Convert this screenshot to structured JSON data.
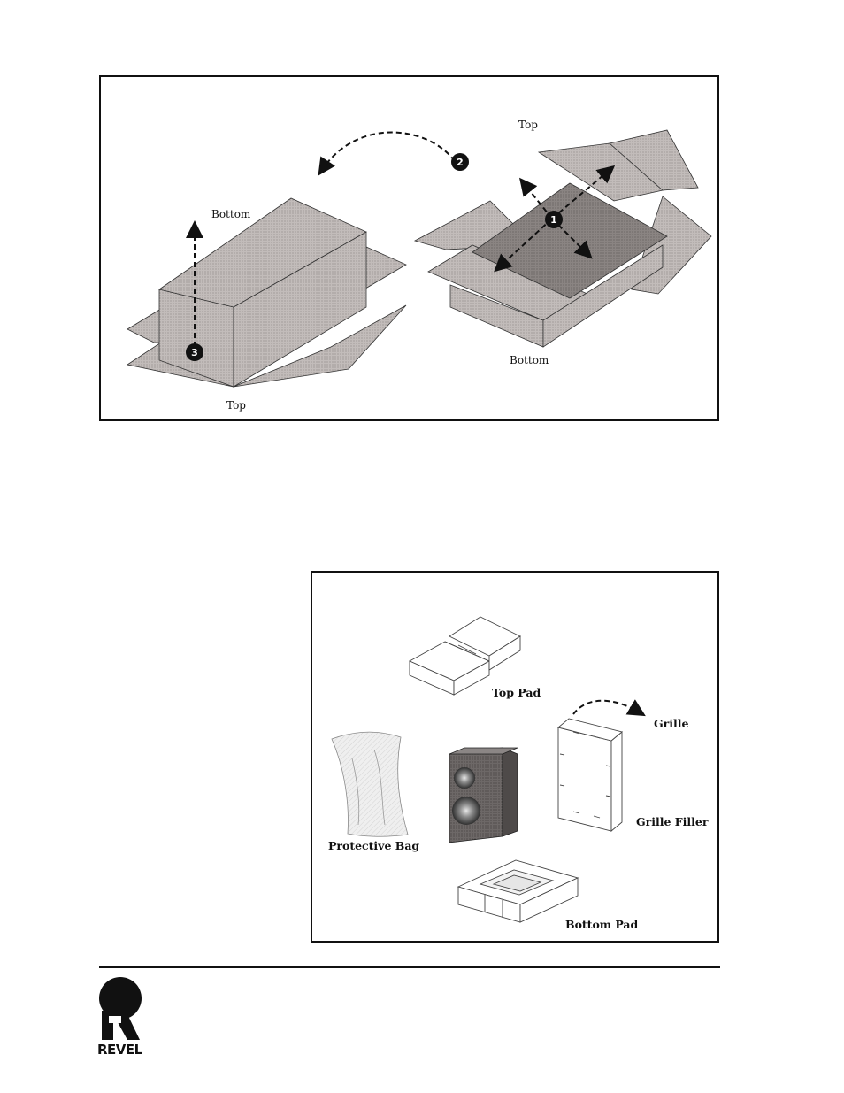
{
  "figure1": {
    "labels": {
      "top_right": "Top",
      "bottom_left_box": "Bottom",
      "bottom_right_box": "Bottom",
      "top_left_box": "Top"
    },
    "steps": [
      "1",
      "2",
      "3"
    ]
  },
  "figure2": {
    "labels": {
      "top_pad": "Top Pad",
      "grille": "Grille",
      "grille_filler": "Grille Filler",
      "protective_bag": "Protective Bag",
      "bottom_pad": "Bottom Pad"
    }
  },
  "footer": {
    "logo_text": "REVEL"
  },
  "colors": {
    "box_gray": "#b8b2b0",
    "box_dark": "#8a8482",
    "ink": "#111111"
  }
}
